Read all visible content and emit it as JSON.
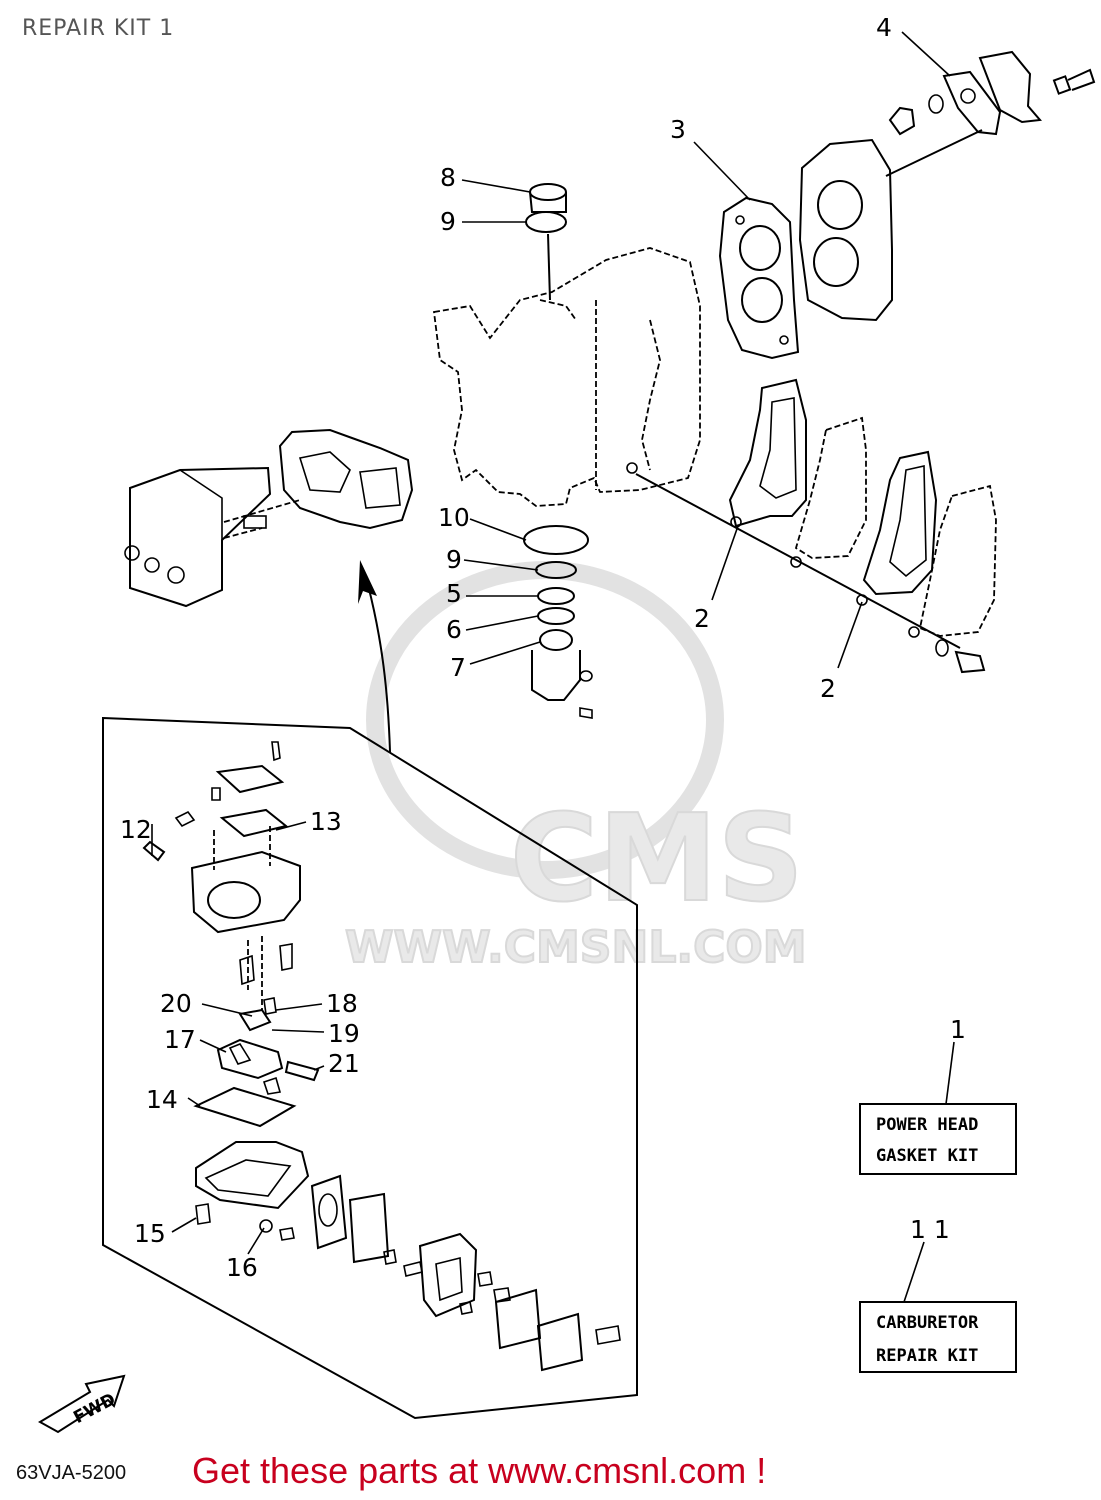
{
  "header": {
    "title": "REPAIR KIT 1"
  },
  "footer": {
    "code": "63VJA-5200",
    "cta": "Get these parts at www.cmsnl.com !"
  },
  "watermark": {
    "brand": "CMS",
    "url": "WWW.CMSNL.COM"
  },
  "callouts": {
    "c1": "1",
    "c2a": "2",
    "c2b": "2",
    "c3": "3",
    "c4": "4",
    "c5": "5",
    "c6": "6",
    "c7": "7",
    "c8": "8",
    "c9a": "9",
    "c9b": "9",
    "c10": "10",
    "c11": "1 1",
    "c12": "12",
    "c13": "13",
    "c14": "14",
    "c15": "15",
    "c16": "16",
    "c17": "17",
    "c18": "18",
    "c19": "19",
    "c20": "20",
    "c21": "21"
  },
  "kits": {
    "powerhead": {
      "line1": "POWER HEAD",
      "line2": "GASKET KIT"
    },
    "carburetor": {
      "line1": "CARBURETOR",
      "line2": "REPAIR KIT"
    }
  },
  "fwd_label": "FWD"
}
